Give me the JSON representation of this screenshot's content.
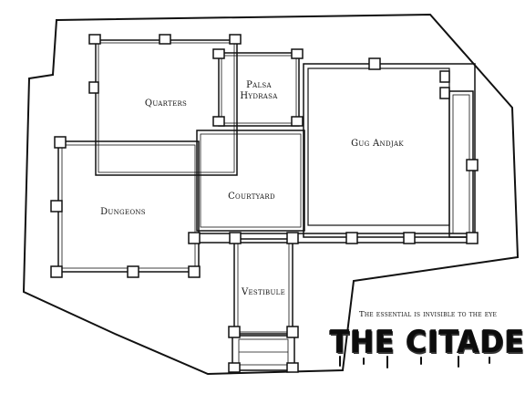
{
  "map": {
    "rooms": {
      "quarters": "Quarters",
      "palsa_hydrasa_line1": "Palsa",
      "palsa_hydrasa_line2": "Hydrasa",
      "gug_andjak": "Gug Andjak",
      "courtyard": "Courtyard",
      "dungeons": "Dungeons",
      "vestibule": "Vestibule"
    },
    "tagline": "The essential is invisible to the eye",
    "title": "THE CITADEL",
    "colors": {
      "ink": "#111111",
      "paper": "#ffffff"
    }
  }
}
